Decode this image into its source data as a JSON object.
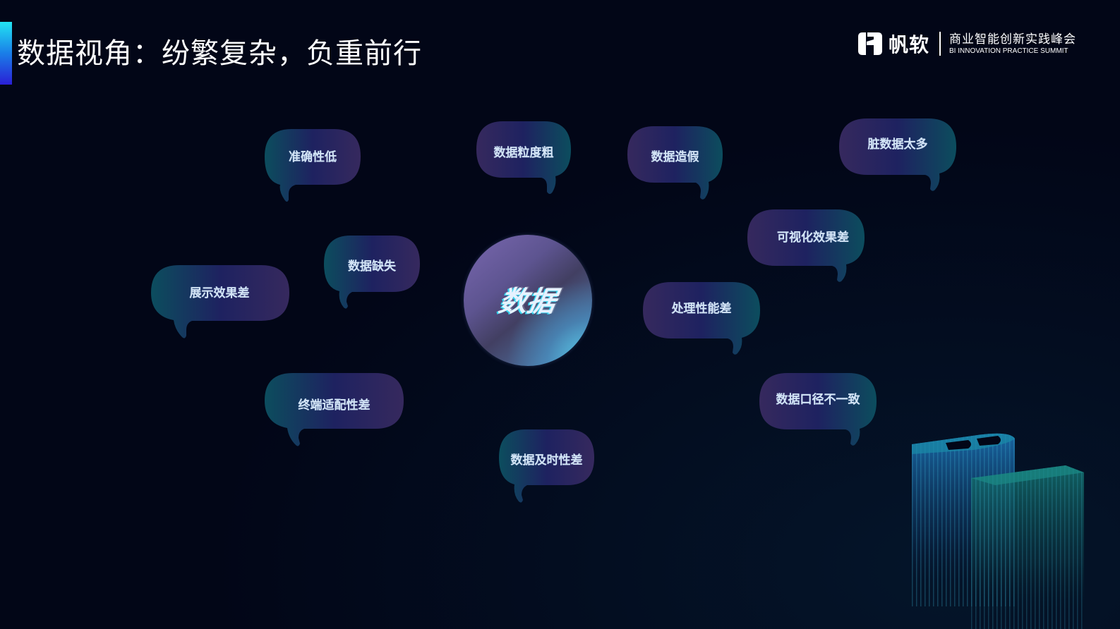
{
  "slide": {
    "title": "数据视角：纷繁复杂，负重前行",
    "accent_colors": [
      "#22e4f2",
      "#2a1fd6"
    ],
    "background": "#020617"
  },
  "brand": {
    "icon": "fanruan-logo-icon",
    "name": "帆软",
    "event_cn": "商业智能创新实践峰会",
    "event_en": "BI INNOVATION PRACTICE SUMMIT"
  },
  "center": {
    "label": "数据"
  },
  "bubbles": [
    {
      "label": "准确性低"
    },
    {
      "label": "数据粒度粗"
    },
    {
      "label": "数据造假"
    },
    {
      "label": "脏数据太多"
    },
    {
      "label": "可视化效果差"
    },
    {
      "label": "数据缺失"
    },
    {
      "label": "展示效果差"
    },
    {
      "label": "处理性能差"
    },
    {
      "label": "终端适配性差"
    },
    {
      "label": "数据口径不一致"
    },
    {
      "label": "数据及时性差"
    }
  ],
  "colors": {
    "bubble_teal": "#0c4a5a",
    "bubble_navy": "#1f2058",
    "bubble_purple": "#35285e",
    "bubble_text": "#d3e4f5"
  },
  "decoration": {
    "icon": "bi-building-icon"
  }
}
